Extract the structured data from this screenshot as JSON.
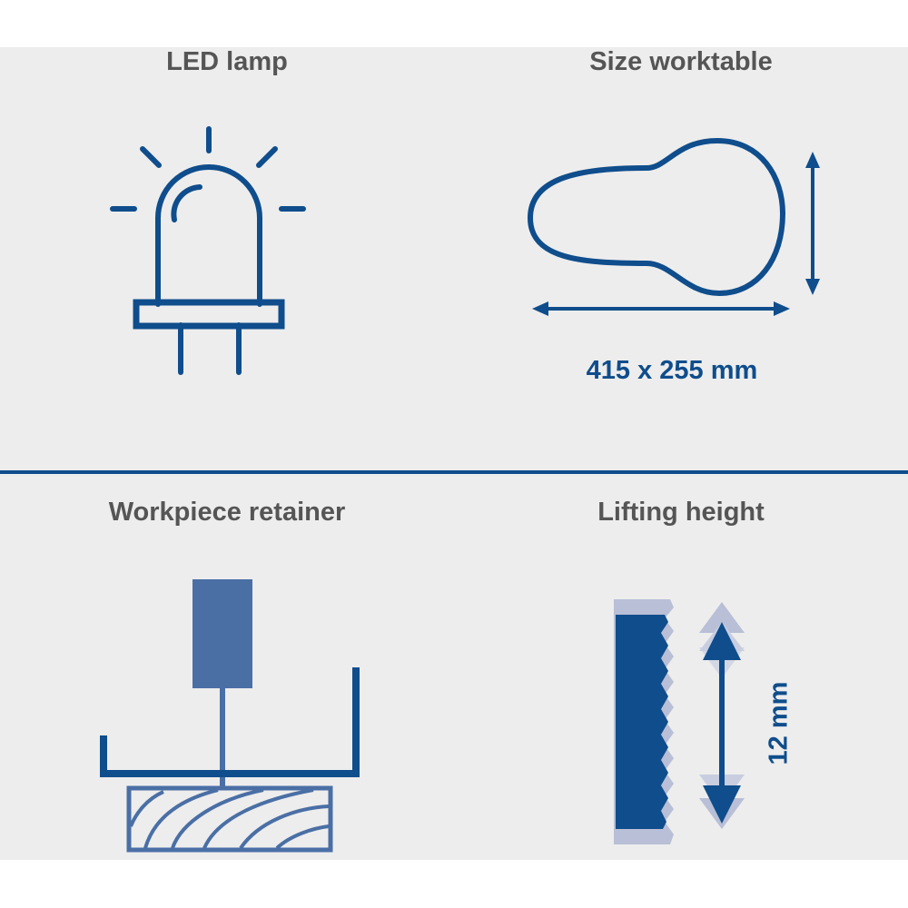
{
  "features": {
    "led_lamp": {
      "title": "LED lamp",
      "icon": "led-bulb-icon"
    },
    "size_worktable": {
      "title": "Size worktable",
      "icon": "worktable-outline-icon",
      "dimension": "415 x 255 mm"
    },
    "workpiece_retainer": {
      "title": "Workpiece retainer",
      "icon": "workpiece-clamp-icon"
    },
    "lifting_height": {
      "title": "Lifting height",
      "icon": "saw-blade-stroke-icon",
      "dimension": "12 mm"
    }
  },
  "colors": {
    "primary": "#0f4d8c",
    "secondary": "#4a6fa5",
    "title_text": "#555555",
    "panel_bg": "#ededed",
    "ghost": "#b9bfd6"
  }
}
